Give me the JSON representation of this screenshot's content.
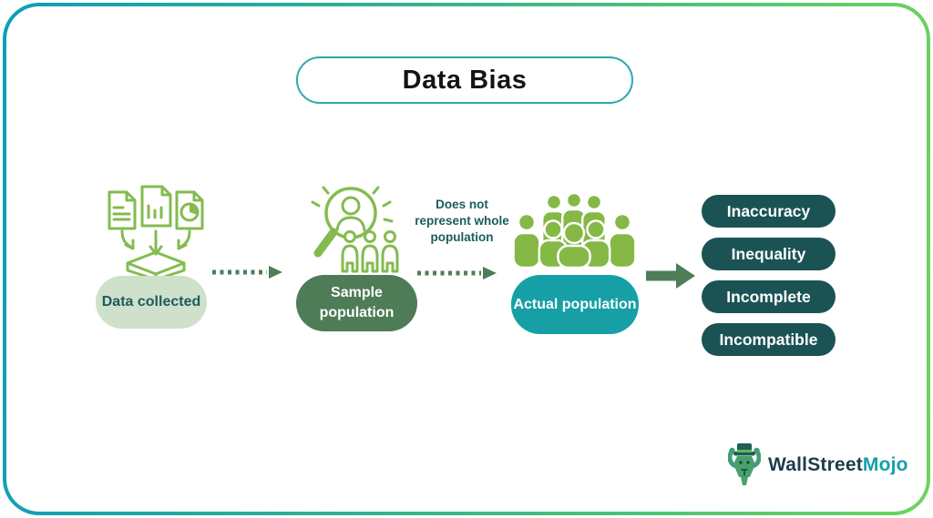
{
  "title": "Data Bias",
  "flow": {
    "steps": [
      {
        "label": "Data collected",
        "icon": "documents-collection-icon"
      },
      {
        "label": "Sample population",
        "icon": "magnifier-sample-icon"
      },
      {
        "label": "Actual population",
        "icon": "crowd-icon"
      }
    ],
    "connector_note": "Does not represent whole population"
  },
  "outcomes": [
    "Inaccuracy",
    "Inequality",
    "Incomplete",
    "Incompatible"
  ],
  "brand": {
    "name_primary": "WallStreet",
    "name_accent": "Mojo"
  },
  "colors": {
    "frame_gradient_start": "#0e9db8",
    "frame_gradient_end": "#6fd45e",
    "title_border": "#2aa9ad",
    "icon_outline_green": "#84bb4f",
    "crowd_green": "#85b845",
    "pill_light_green": "#cfe0cb",
    "pill_dark_green": "#4d7c57",
    "pill_teal": "#16a0a6",
    "pill_dark_teal": "#1b5354",
    "text_dark_teal": "#1c5c5c",
    "arrow_green": "#4e7d57",
    "brand_primary_text": "#1d3d4d",
    "brand_accent_text": "#14a0a8"
  }
}
